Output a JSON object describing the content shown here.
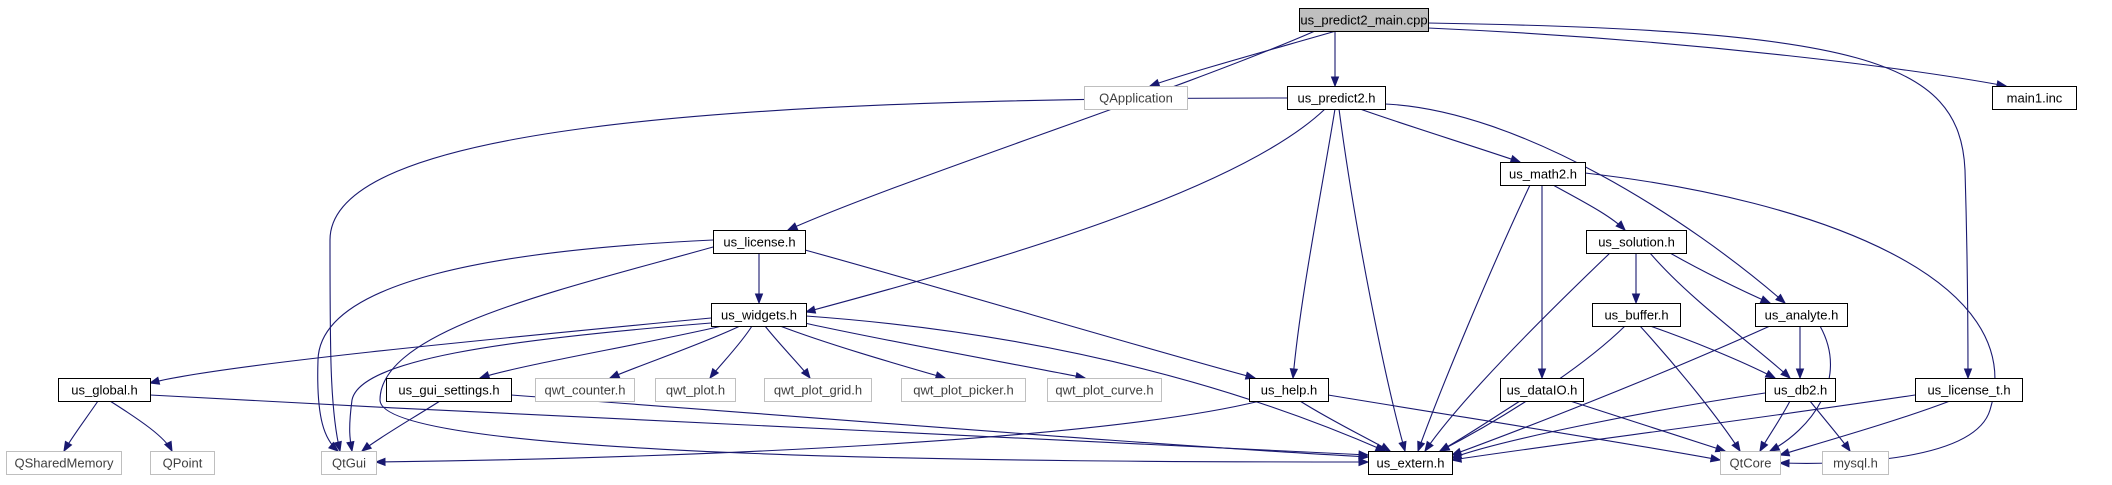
{
  "graph": {
    "colors": {
      "edge": "#191970",
      "root_fill": "#bfbfbf",
      "node_stroke": "#000000",
      "external_stroke": "#bfbfbf",
      "external_text": "#404040",
      "text": "#000000"
    },
    "nodes": [
      {
        "id": "root",
        "label": "us_predict2_main.cpp",
        "kind": "root"
      },
      {
        "id": "qapp",
        "label": "QApplication",
        "kind": "external"
      },
      {
        "id": "predict2",
        "label": "us_predict2.h",
        "kind": "internal"
      },
      {
        "id": "main1",
        "label": "main1.inc",
        "kind": "internal"
      },
      {
        "id": "math2",
        "label": "us_math2.h",
        "kind": "internal"
      },
      {
        "id": "license",
        "label": "us_license.h",
        "kind": "internal"
      },
      {
        "id": "solution",
        "label": "us_solution.h",
        "kind": "internal"
      },
      {
        "id": "widgets",
        "label": "us_widgets.h",
        "kind": "internal"
      },
      {
        "id": "buffer",
        "label": "us_buffer.h",
        "kind": "internal"
      },
      {
        "id": "analyte",
        "label": "us_analyte.h",
        "kind": "internal"
      },
      {
        "id": "global",
        "label": "us_global.h",
        "kind": "internal"
      },
      {
        "id": "guisettings",
        "label": "us_gui_settings.h",
        "kind": "internal"
      },
      {
        "id": "qwtcounter",
        "label": "qwt_counter.h",
        "kind": "external"
      },
      {
        "id": "qwtplot",
        "label": "qwt_plot.h",
        "kind": "external"
      },
      {
        "id": "qwtplotgrid",
        "label": "qwt_plot_grid.h",
        "kind": "external"
      },
      {
        "id": "qwtplotpicker",
        "label": "qwt_plot_picker.h",
        "kind": "external"
      },
      {
        "id": "qwtplotcurve",
        "label": "qwt_plot_curve.h",
        "kind": "external"
      },
      {
        "id": "help",
        "label": "us_help.h",
        "kind": "internal"
      },
      {
        "id": "dataio",
        "label": "us_dataIO.h",
        "kind": "internal"
      },
      {
        "id": "db2",
        "label": "us_db2.h",
        "kind": "internal"
      },
      {
        "id": "licenset",
        "label": "us_license_t.h",
        "kind": "internal"
      },
      {
        "id": "qsharedmemory",
        "label": "QSharedMemory",
        "kind": "external"
      },
      {
        "id": "qpoint",
        "label": "QPoint",
        "kind": "external"
      },
      {
        "id": "qtgui",
        "label": "QtGui",
        "kind": "external"
      },
      {
        "id": "extern",
        "label": "us_extern.h",
        "kind": "internal"
      },
      {
        "id": "qtcore",
        "label": "QtCore",
        "kind": "external"
      },
      {
        "id": "mysql",
        "label": "mysql.h",
        "kind": "external"
      }
    ],
    "edges": [
      {
        "from": "root",
        "to": "qapp"
      },
      {
        "from": "root",
        "to": "predict2"
      },
      {
        "from": "root",
        "to": "main1"
      },
      {
        "from": "root",
        "to": "license"
      },
      {
        "from": "root",
        "to": "licenset"
      },
      {
        "from": "predict2",
        "to": "math2"
      },
      {
        "from": "predict2",
        "to": "analyte"
      },
      {
        "from": "predict2",
        "to": "widgets"
      },
      {
        "from": "predict2",
        "to": "help"
      },
      {
        "from": "predict2",
        "to": "extern"
      },
      {
        "from": "predict2",
        "to": "qtgui"
      },
      {
        "from": "math2",
        "to": "solution"
      },
      {
        "from": "math2",
        "to": "dataio"
      },
      {
        "from": "math2",
        "to": "extern"
      },
      {
        "from": "math2",
        "to": "qtcore"
      },
      {
        "from": "license",
        "to": "widgets"
      },
      {
        "from": "license",
        "to": "help"
      },
      {
        "from": "license",
        "to": "qtgui"
      },
      {
        "from": "license",
        "to": "extern"
      },
      {
        "from": "solution",
        "to": "buffer"
      },
      {
        "from": "solution",
        "to": "analyte"
      },
      {
        "from": "solution",
        "to": "db2"
      },
      {
        "from": "solution",
        "to": "extern"
      },
      {
        "from": "widgets",
        "to": "global"
      },
      {
        "from": "widgets",
        "to": "guisettings"
      },
      {
        "from": "widgets",
        "to": "qwtcounter"
      },
      {
        "from": "widgets",
        "to": "qwtplot"
      },
      {
        "from": "widgets",
        "to": "qwtplotgrid"
      },
      {
        "from": "widgets",
        "to": "qwtplotpicker"
      },
      {
        "from": "widgets",
        "to": "qwtplotcurve"
      },
      {
        "from": "widgets",
        "to": "qtgui"
      },
      {
        "from": "widgets",
        "to": "extern"
      },
      {
        "from": "buffer",
        "to": "db2"
      },
      {
        "from": "buffer",
        "to": "qtcore"
      },
      {
        "from": "buffer",
        "to": "extern"
      },
      {
        "from": "analyte",
        "to": "db2"
      },
      {
        "from": "analyte",
        "to": "qtcore"
      },
      {
        "from": "analyte",
        "to": "extern"
      },
      {
        "from": "global",
        "to": "qsharedmemory"
      },
      {
        "from": "global",
        "to": "qpoint"
      },
      {
        "from": "global",
        "to": "extern"
      },
      {
        "from": "guisettings",
        "to": "qtgui"
      },
      {
        "from": "guisettings",
        "to": "extern"
      },
      {
        "from": "help",
        "to": "qtgui"
      },
      {
        "from": "help",
        "to": "extern"
      },
      {
        "from": "help",
        "to": "qtcore"
      },
      {
        "from": "dataio",
        "to": "extern"
      },
      {
        "from": "dataio",
        "to": "qtcore"
      },
      {
        "from": "db2",
        "to": "extern"
      },
      {
        "from": "db2",
        "to": "qtcore"
      },
      {
        "from": "db2",
        "to": "mysql"
      },
      {
        "from": "licenset",
        "to": "extern"
      },
      {
        "from": "licenset",
        "to": "qtcore"
      }
    ]
  }
}
